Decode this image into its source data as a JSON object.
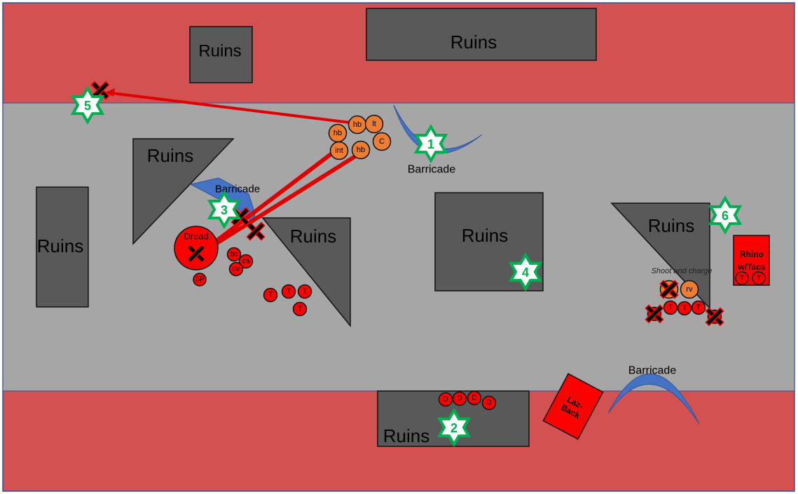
{
  "colors": {
    "deployment_zone": "#d35151",
    "no_mans_land": "#a6a6a6",
    "ruins": "#595959",
    "barricade": "#4472c4",
    "player_unit": "#ed7d31",
    "enemy_unit": "#ff0000",
    "objective_star": "#00b050",
    "shot_line": "#e00000"
  },
  "ruins_label": "Ruins",
  "barricade_label": "Barricade",
  "objectives": [
    "1",
    "2",
    "3",
    "4",
    "5",
    "6"
  ],
  "player_units": [
    "hb",
    "lt",
    "hb",
    "C",
    "int",
    "hb",
    "rv",
    ""
  ],
  "enemy_units": {
    "dreadnought": "Dread",
    "characters": [
      "bc",
      "ca",
      "cv",
      "SP"
    ],
    "troops": [
      "T",
      "T",
      "T",
      "T",
      "T",
      "T",
      "T",
      "",
      ""
    ],
    "devastators": [
      "D",
      "D",
      "D",
      "D"
    ],
    "rhino": "Rhino w/Tacs",
    "rhino_passengers": [
      "T",
      "T"
    ],
    "land_raider": "Laz-Back"
  },
  "annotation": "Shoot and charge",
  "icons": [
    "casualty-x-icon",
    "objective-star-icon",
    "arrow-icon"
  ]
}
